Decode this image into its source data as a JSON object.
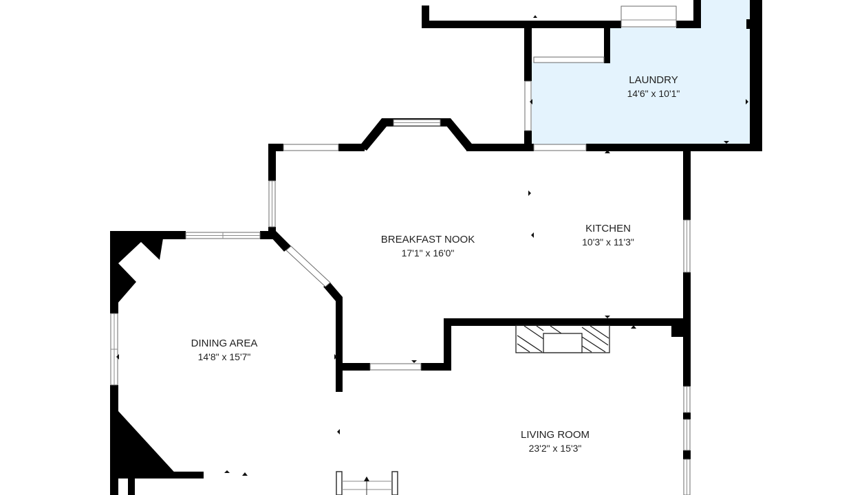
{
  "colors": {
    "wall": "#000000",
    "background": "#ffffff",
    "laundry_fill": "#e4f3fd"
  },
  "rooms": {
    "laundry": {
      "name": "LAUNDRY",
      "dims": "14'6\" x 10'1\""
    },
    "breakfast_nook": {
      "name": "BREAKFAST NOOK",
      "dims": "17'1\" x 16'0\""
    },
    "kitchen": {
      "name": "KITCHEN",
      "dims": "10'3\" x 11'3\""
    },
    "dining_area": {
      "name": "DINING AREA",
      "dims": "14'8\" x 15'7\""
    },
    "living_room": {
      "name": "LIVING ROOM",
      "dims": "23'2\" x 15'3\""
    }
  }
}
